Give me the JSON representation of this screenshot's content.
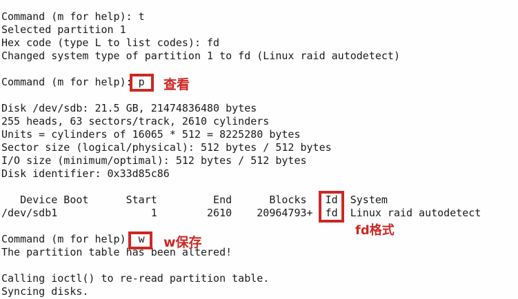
{
  "colors": {
    "accent_red": "#cc2824",
    "text": "#1a1a1a",
    "background": "#fefefe"
  },
  "terminal": {
    "lines": [
      "Command (m for help): t",
      "Selected partition 1",
      "Hex code (type L to list codes): fd",
      "Changed system type of partition 1 to fd (Linux raid autodetect)",
      "",
      "Command (m for help): p",
      "",
      "Disk /dev/sdb: 21.5 GB, 21474836480 bytes",
      "255 heads, 63 sectors/track, 2610 cylinders",
      "Units = cylinders of 16065 * 512 = 8225280 bytes",
      "Sector size (logical/physical): 512 bytes / 512 bytes",
      "I/O size (minimum/optimal): 512 bytes / 512 bytes",
      "Disk identifier: 0x33d85c86",
      "",
      "   Device Boot      Start         End      Blocks   Id  System",
      "/dev/sdb1               1        2610    20964793+  fd  Linux raid autodetect",
      "",
      "Command (m for help): w",
      "The partition table has been altered!",
      "",
      "Calling ioctl() to re-read partition table.",
      "Syncing disks."
    ],
    "prompts": {
      "type_command": "t",
      "hex_code_entered": "fd",
      "print_command": "p",
      "write_command": "w"
    },
    "disk_info": {
      "device": "/dev/sdb",
      "size": "21.5 GB",
      "bytes": "21474836480",
      "heads": "255",
      "sectors_per_track": "63",
      "cylinders": "2610",
      "sector_size": "512 bytes / 512 bytes",
      "io_size": "512 bytes / 512 bytes",
      "identifier": "0x33d85c86"
    },
    "partition_table": {
      "headers": [
        "Device",
        "Boot",
        "Start",
        "End",
        "Blocks",
        "Id",
        "System"
      ],
      "rows": [
        [
          "/dev/sdb1",
          "",
          "1",
          "2610",
          "20964793+",
          "fd",
          "Linux raid autodetect"
        ]
      ]
    }
  },
  "annotations": {
    "view_label": "查看",
    "fd_format_label": "fd格式",
    "save_label": "w保存"
  }
}
